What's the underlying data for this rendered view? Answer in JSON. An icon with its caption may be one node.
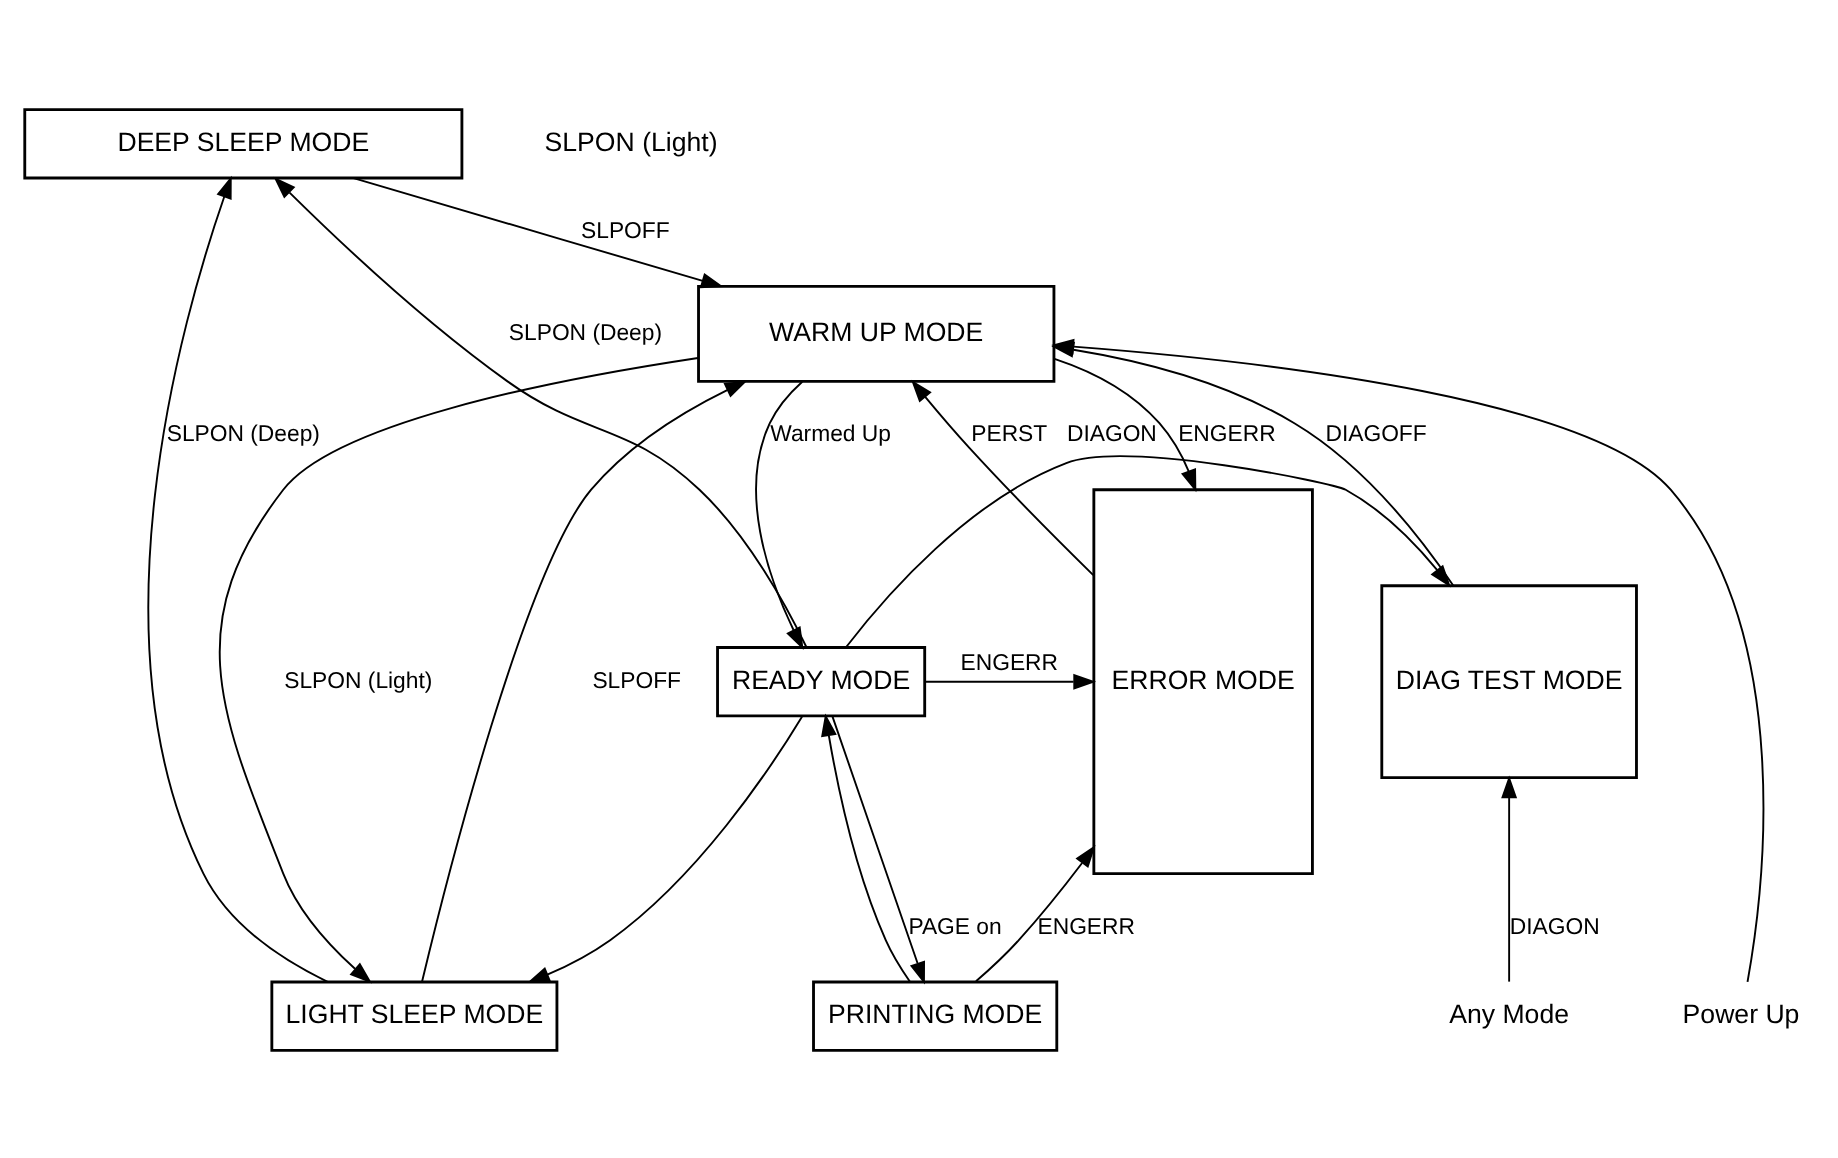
{
  "diagram": {
    "nodes": [
      {
        "text": [
          "DEEP SLEEP MODE"
        ]
      },
      {
        "text": [
          "LIGHT SLEEP MODE"
        ]
      },
      {
        "text": [
          "WARM UP MODE"
        ]
      },
      {
        "text": [
          "ERROR MODE"
        ]
      },
      {
        "text": [
          "DIAG TEST MODE"
        ]
      },
      {
        "text": [
          "READY MODE"
        ]
      },
      {
        "text": [
          "PRINTING MODE"
        ]
      },
      {
        "text": [
          "Power Up"
        ]
      },
      {
        "text": [
          "Any Mode"
        ]
      }
    ],
    "edges": [
      {
        "from": 0,
        "to": 2,
        "arrow": "to",
        "label": "SLPOFF"
      },
      {
        "from": 1,
        "to": 0,
        "arrow": "to",
        "label": "SLPON (Deep)"
      },
      {
        "from": 5,
        "to": 0,
        "arrow": "to",
        "label": "SLPON (Deep)"
      },
      {
        "from": 1,
        "to": 2,
        "arrow": "to",
        "label": "SLPOFF"
      },
      {
        "from": 2,
        "to": 1,
        "arrow": "to",
        "label": "SLPON (Light)"
      },
      {
        "from": 5,
        "to": 1,
        "arrow": "to"
      },
      {
        "from": 7,
        "to": 2,
        "arrow": "to"
      },
      {
        "from": 3,
        "to": 2,
        "arrow": "to",
        "label": "PERST"
      },
      {
        "from": 2,
        "to": 3,
        "arrow": "to",
        "label": "ENGERR"
      },
      {
        "from": 2,
        "to": 5,
        "arrow": "to",
        "label": "Warmed Up"
      },
      {
        "from": 5,
        "to": 3,
        "arrow": "to",
        "label": "ENGERR"
      },
      {
        "from": 6,
        "to": 3,
        "arrow": "to",
        "label": "ENGERR"
      },
      {
        "from": 5,
        "to": 6,
        "arrow": "to",
        "label": "PAGE on"
      },
      {
        "from": 6,
        "to": 5,
        "arrow": "to"
      },
      {
        "from": 5,
        "to": 4,
        "arrow": "to",
        "label": "DIAGON"
      },
      {
        "from": 4,
        "to": 2,
        "arrow": "to",
        "label": "DIAGOFF"
      },
      {
        "from": 8,
        "to": 4,
        "arrow": "to",
        "label": "DIAGON"
      }
    ],
    "labels": [
      "SLPON (Light)"
    ]
  }
}
